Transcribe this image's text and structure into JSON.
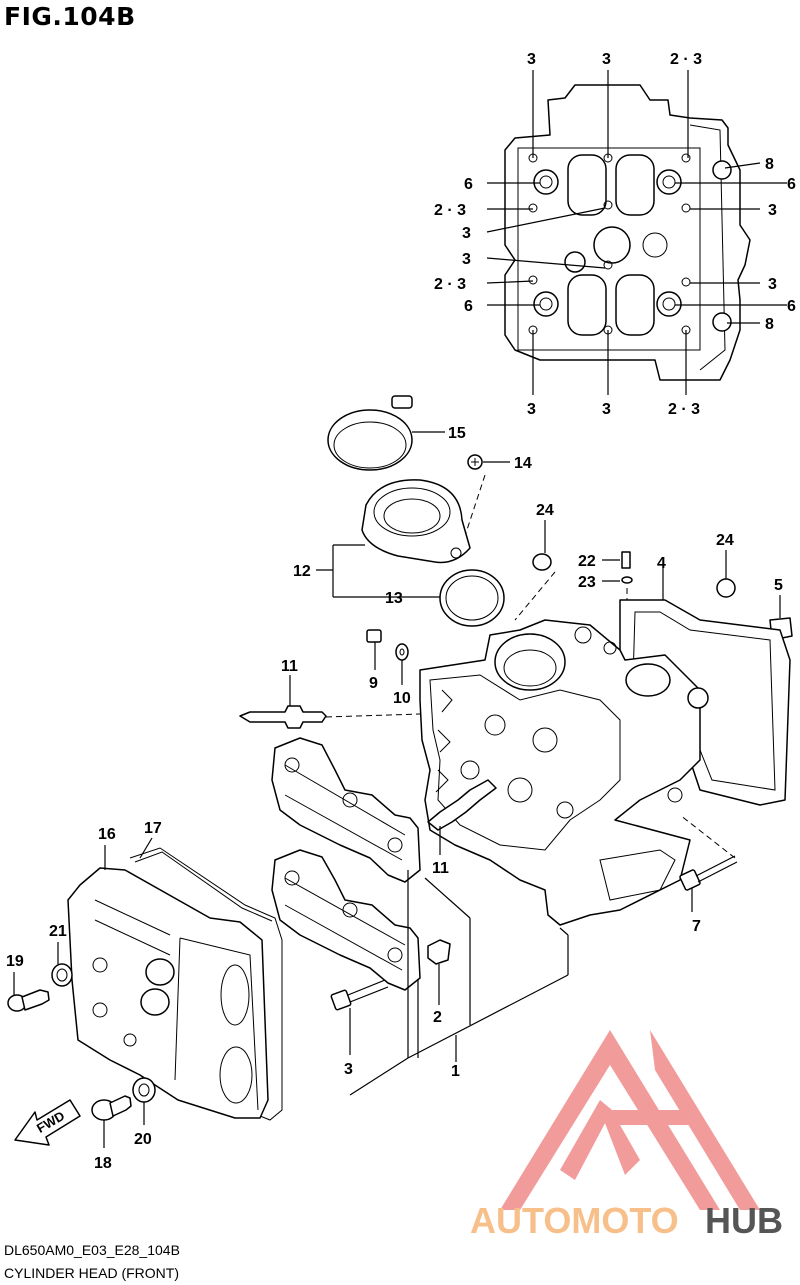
{
  "figure": {
    "title": "FIG.104B",
    "model_code": "DL650AM0_E03_E28_104B",
    "caption": "CYLINDER HEAD (FRONT)"
  },
  "watermark": {
    "word1": "AUTOMOTO",
    "word2": "HUB",
    "colors": {
      "logo": "#f08a8a",
      "auto": "#f7c08a",
      "hub": "#555555"
    }
  },
  "direction_marker": "FWD",
  "callouts": {
    "top_3a": "3",
    "top_3b": "3",
    "top_23a": "2 · 3",
    "r_8a": "8",
    "l_6a": "6",
    "r_6a": "6",
    "l_23b": "2 · 3",
    "r_3a": "3",
    "l_3a": "3",
    "l_3b": "3",
    "l_23c": "2 · 3",
    "r_3b": "3",
    "l_6b": "6",
    "r_6b": "6",
    "r_8b": "8",
    "b_3a": "3",
    "b_3b": "3",
    "b_23": "2 · 3",
    "p15": "15",
    "p14": "14",
    "p24a": "24",
    "p24b": "24",
    "p22": "22",
    "p23": "23",
    "p4": "4",
    "p5": "5",
    "p12": "12",
    "p13": "13",
    "p11a": "11",
    "p9": "9",
    "p10": "10",
    "p16": "16",
    "p17": "17",
    "p11b": "11",
    "p7": "7",
    "p21": "21",
    "p19": "19",
    "p2": "2",
    "p3": "3",
    "p1": "1",
    "p20": "20",
    "p18": "18"
  }
}
